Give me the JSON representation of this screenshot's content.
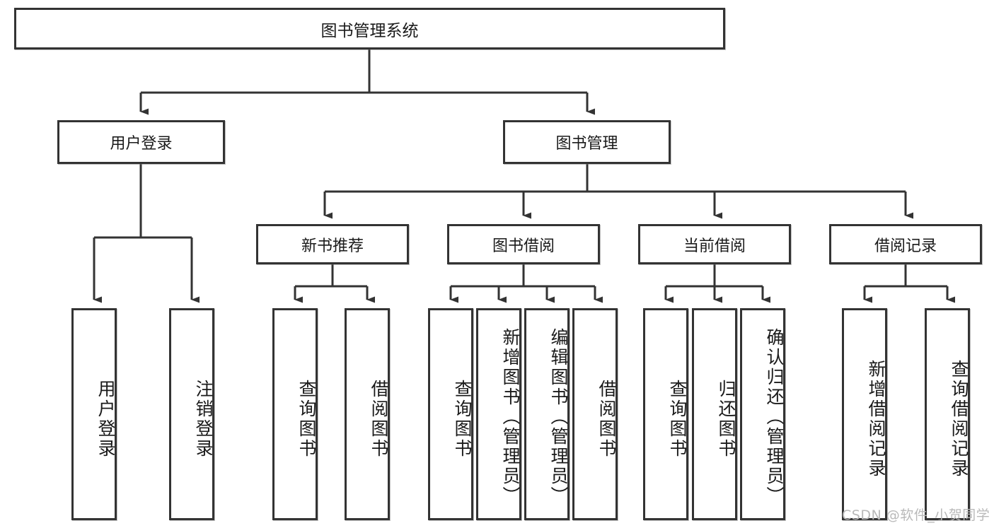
{
  "diagram": {
    "title": "图书管理系统",
    "type": "tree-hierarchy",
    "watermark": "CSDN @软件_小贺同学",
    "colors": {
      "stroke": "#333333",
      "fill": "#ffffff",
      "text": "#1a1a1a",
      "watermark": "#b9b9b9"
    },
    "nodes": {
      "root": "图书管理系统",
      "user_login": "用户登录",
      "book_manage": "图书管理",
      "new_book_rec": "新书推荐",
      "book_borrow": "图书借阅",
      "current_borrow": "当前借阅",
      "borrow_record": "借阅记录",
      "leaf_user_login": "用户登录",
      "leaf_logout": "注销登录",
      "leaf_query_book_1": "查询图书",
      "leaf_borrow_book_1": "借阅图书",
      "leaf_query_book_2": "查询图书",
      "leaf_add_book": "新增图书（管理员）",
      "leaf_edit_book": "编辑图书（管理员）",
      "leaf_borrow_book_2": "借阅图书",
      "leaf_query_book_3": "查询图书",
      "leaf_return_book": "归还图书",
      "leaf_confirm_return": "确认归还（管理员）",
      "leaf_add_record": "新增借阅记录",
      "leaf_query_record": "查询借阅记录"
    },
    "edges": [
      {
        "from": "root",
        "to": "user_login"
      },
      {
        "from": "root",
        "to": "book_manage"
      },
      {
        "from": "user_login",
        "to": "leaf_user_login"
      },
      {
        "from": "user_login",
        "to": "leaf_logout"
      },
      {
        "from": "book_manage",
        "to": "new_book_rec"
      },
      {
        "from": "book_manage",
        "to": "book_borrow"
      },
      {
        "from": "book_manage",
        "to": "current_borrow"
      },
      {
        "from": "book_manage",
        "to": "borrow_record"
      },
      {
        "from": "new_book_rec",
        "to": "leaf_query_book_1"
      },
      {
        "from": "new_book_rec",
        "to": "leaf_borrow_book_1"
      },
      {
        "from": "book_borrow",
        "to": "leaf_query_book_2"
      },
      {
        "from": "book_borrow",
        "to": "leaf_add_book"
      },
      {
        "from": "book_borrow",
        "to": "leaf_edit_book"
      },
      {
        "from": "book_borrow",
        "to": "leaf_borrow_book_2"
      },
      {
        "from": "current_borrow",
        "to": "leaf_query_book_3"
      },
      {
        "from": "current_borrow",
        "to": "leaf_return_book"
      },
      {
        "from": "current_borrow",
        "to": "leaf_confirm_return"
      },
      {
        "from": "borrow_record",
        "to": "leaf_add_record"
      },
      {
        "from": "borrow_record",
        "to": "leaf_query_record"
      }
    ]
  }
}
